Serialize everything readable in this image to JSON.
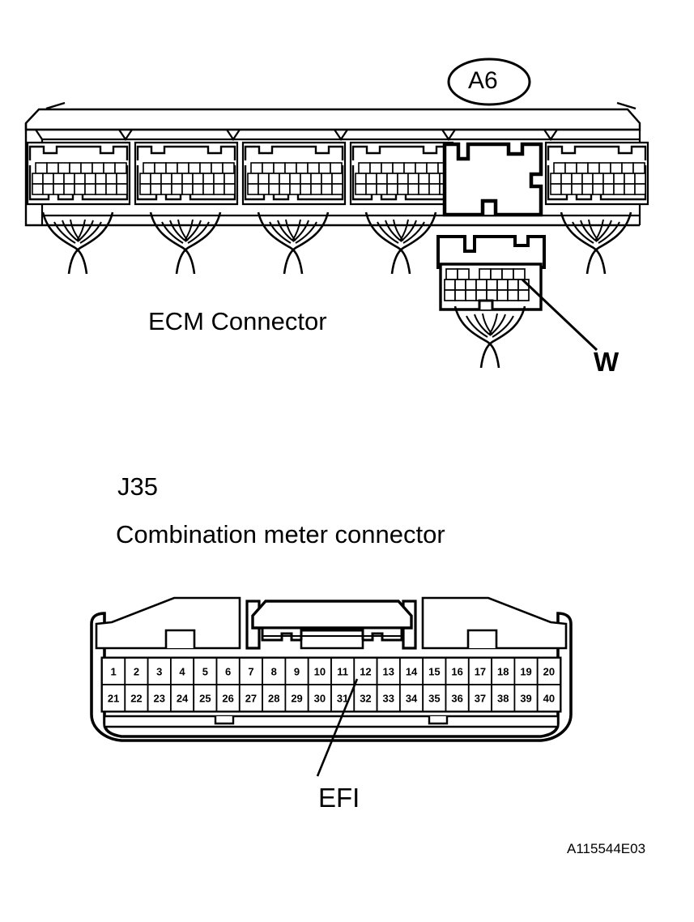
{
  "diagram": {
    "drawing_code": "A115544E03",
    "callout_badge": "A6",
    "ink_color": "#000000",
    "background_color": "#ffffff"
  },
  "ecm_section": {
    "title": "ECM Connector",
    "wire_label": "W",
    "sub_connector_count": 5,
    "empty_bay_count": 1
  },
  "meter_section": {
    "code": "J35",
    "title": "Combination meter connector",
    "callout_label": "EFI",
    "callout_pin": 32,
    "pin_rows": [
      [
        "1",
        "2",
        "3",
        "4",
        "5",
        "6",
        "7",
        "8",
        "9",
        "10",
        "11",
        "12",
        "13",
        "14",
        "15",
        "16",
        "17",
        "18",
        "19",
        "20"
      ],
      [
        "21",
        "22",
        "23",
        "24",
        "25",
        "26",
        "27",
        "28",
        "29",
        "30",
        "31",
        "32",
        "33",
        "34",
        "35",
        "36",
        "37",
        "38",
        "39",
        "40"
      ]
    ],
    "total_pins": 40
  }
}
